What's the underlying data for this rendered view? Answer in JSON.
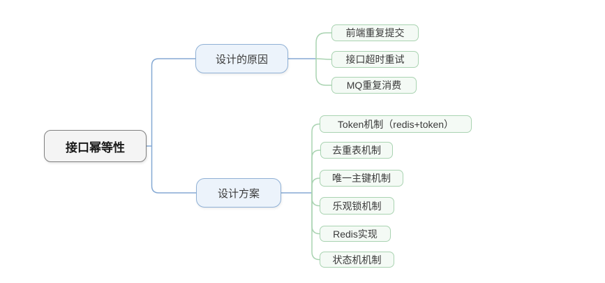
{
  "colors": {
    "background": "#ffffff",
    "root_border": "#808080",
    "root_fill": "#f4f4f4",
    "root_text": "#1a1a1a",
    "branch_border": "#8fb0d5",
    "branch_fill": "#ecf3fb",
    "leaf_border": "#a9d3b1",
    "leaf_fill": "#f4faf5",
    "node_text": "#3a3a3a",
    "blue_line": "#85a9d4",
    "green_line": "#a9d3b1"
  },
  "mindmap": {
    "root": {
      "label": "接口幂等性"
    },
    "branches": [
      {
        "label": "设计的原因",
        "children": [
          {
            "label": "前端重复提交"
          },
          {
            "label": "接口超时重试"
          },
          {
            "label": "MQ重复消费"
          }
        ]
      },
      {
        "label": "设计方案",
        "children": [
          {
            "label": "Token机制（redis+token）"
          },
          {
            "label": "去重表机制"
          },
          {
            "label": "唯一主键机制"
          },
          {
            "label": "乐观锁机制"
          },
          {
            "label": "Redis实现"
          },
          {
            "label": "状态机机制"
          }
        ]
      }
    ]
  }
}
